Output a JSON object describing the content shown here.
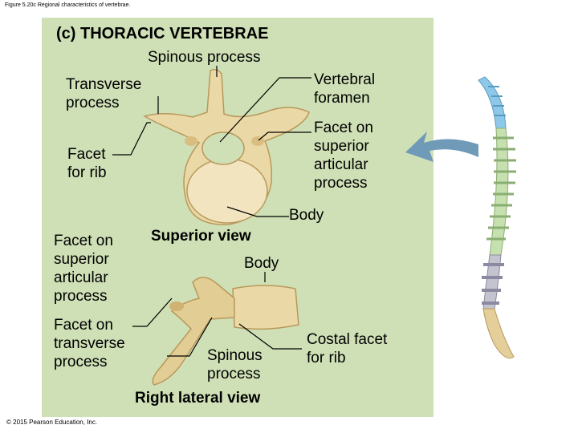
{
  "caption": "Figure 5.20c Regional characteristics of vertebrae.",
  "title": "(c) THORACIC VERTEBRAE",
  "labels": {
    "spinous_process_top": "Spinous process",
    "transverse_process": "Transverse\nprocess",
    "vertebral_foramen": "Vertebral\nforamen",
    "facet_for_rib": "Facet\nfor rib",
    "facet_superior_articular_top": "Facet on\nsuperior\narticular\nprocess",
    "body_top": "Body",
    "facet_superior_articular_bottom": "Facet on\nsuperior\narticular\nprocess",
    "facet_on_transverse": "Facet on\ntransverse\nprocess",
    "body_bottom": "Body",
    "costal_facet": "Costal facet\nfor rib",
    "spinous_process_bottom": "Spinous\nprocess"
  },
  "views": {
    "superior": "Superior view",
    "lateral": "Right lateral view"
  },
  "copyright": "© 2015 Pearson Education, Inc.",
  "colors": {
    "panel": "#cfe0b6",
    "bone": "#ead8a6",
    "bone_shade": "#c9ad72",
    "cervical": "#8ec8e8",
    "thoracic": "#c6e0b0",
    "lumbar": "#c4c4d0",
    "sacrum": "#e4cf9a",
    "arrow": "#6f9ab8"
  }
}
